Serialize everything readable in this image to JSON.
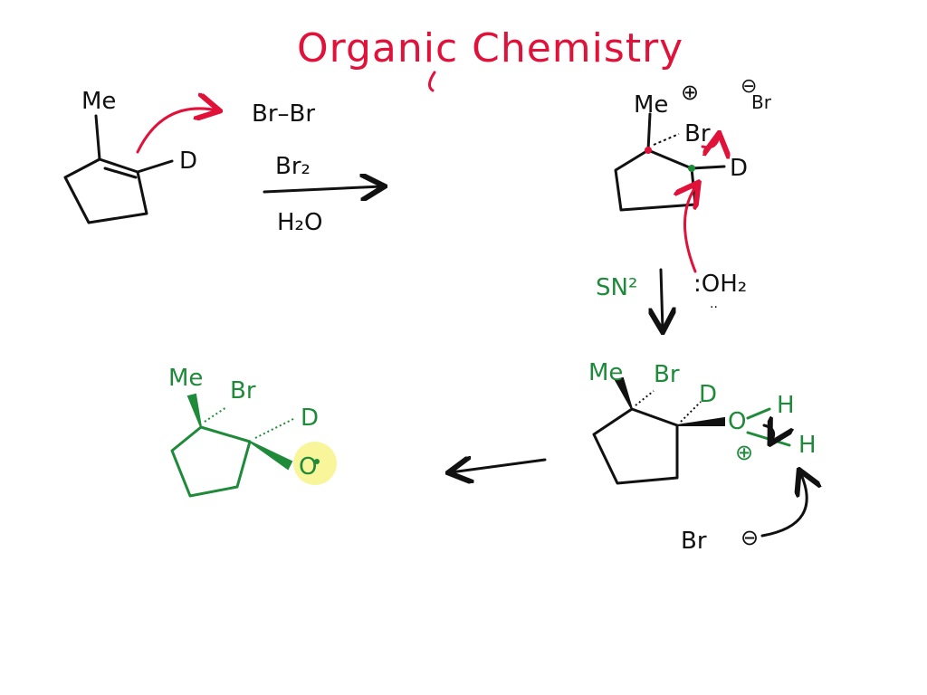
{
  "title": "Organic Chemistry",
  "colors": {
    "ink": "#111111",
    "green": "#1f8a3a",
    "red": "#e0123a",
    "highlight": "#f7f27a"
  },
  "reactant": {
    "me_label": "Me",
    "d_label": "D",
    "bromine_label": "Br–Br"
  },
  "reagents": {
    "top": "Br₂",
    "bottom": "H₂O"
  },
  "bromonium": {
    "me_label": "Me",
    "plus_charge": "⊕",
    "minus_charge": "⊖",
    "counter_ion": "Br",
    "bridge_br": "Br",
    "d_label": "D"
  },
  "mechanism": {
    "sn2_label": "SN²",
    "nucleophile": ":OH₂"
  },
  "oxonium": {
    "me_label": "Me",
    "br_label": "Br",
    "d_label": "D",
    "o_label": "O",
    "h_label_top": "H",
    "h_label_bottom": "H",
    "plus_charge": "⊕",
    "bromide": "Br",
    "bromide_charge": "⊖"
  },
  "product": {
    "me_label": "Me",
    "br_label": "Br",
    "d_label": "D",
    "o_label": "O"
  }
}
